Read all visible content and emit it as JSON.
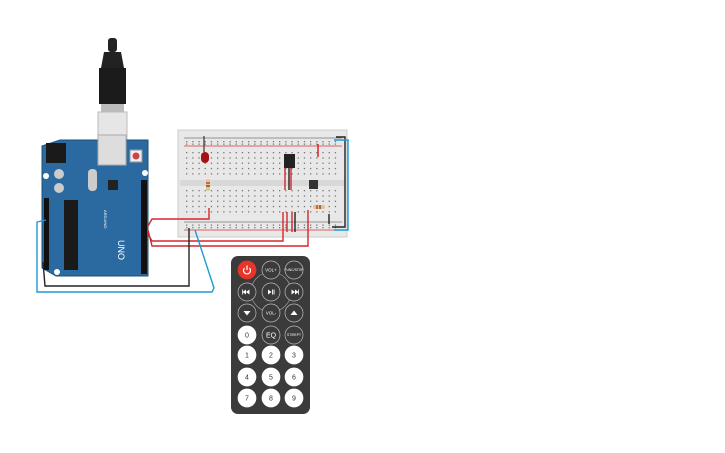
{
  "arduino": {
    "model_label": "UNO",
    "brand_label": "ARDUINO"
  },
  "remote": {
    "buttons": [
      {
        "label": "",
        "icon": "power-icon",
        "kind": "power"
      },
      {
        "label": "VOL+",
        "kind": "ring"
      },
      {
        "label": "FUNC/STOP",
        "kind": "ring"
      },
      {
        "label": "",
        "icon": "rewind-icon",
        "kind": "ring"
      },
      {
        "label": "",
        "icon": "play-pause-icon",
        "kind": "ring"
      },
      {
        "label": "",
        "icon": "fast-forward-icon",
        "kind": "ring"
      },
      {
        "label": "",
        "icon": "arrow-down-icon",
        "kind": "ring"
      },
      {
        "label": "VOL-",
        "kind": "ring"
      },
      {
        "label": "",
        "icon": "arrow-up-icon",
        "kind": "ring"
      },
      {
        "label": "0",
        "kind": "white"
      },
      {
        "label": "EQ",
        "kind": "ring"
      },
      {
        "label": "ST/REPT",
        "kind": "ring"
      },
      {
        "label": "1",
        "kind": "white"
      },
      {
        "label": "2",
        "kind": "white"
      },
      {
        "label": "3",
        "kind": "white"
      },
      {
        "label": "4",
        "kind": "white"
      },
      {
        "label": "5",
        "kind": "white"
      },
      {
        "label": "6",
        "kind": "white"
      },
      {
        "label": "7",
        "kind": "white"
      },
      {
        "label": "8",
        "kind": "white"
      },
      {
        "label": "9",
        "kind": "white"
      }
    ]
  },
  "colors": {
    "board": "#2a6aa0",
    "wire_red": "#d6262b",
    "wire_black": "#222222",
    "wire_blue": "#1d9ad6",
    "remote": "#3b3b3b",
    "power": "#e8342a"
  }
}
